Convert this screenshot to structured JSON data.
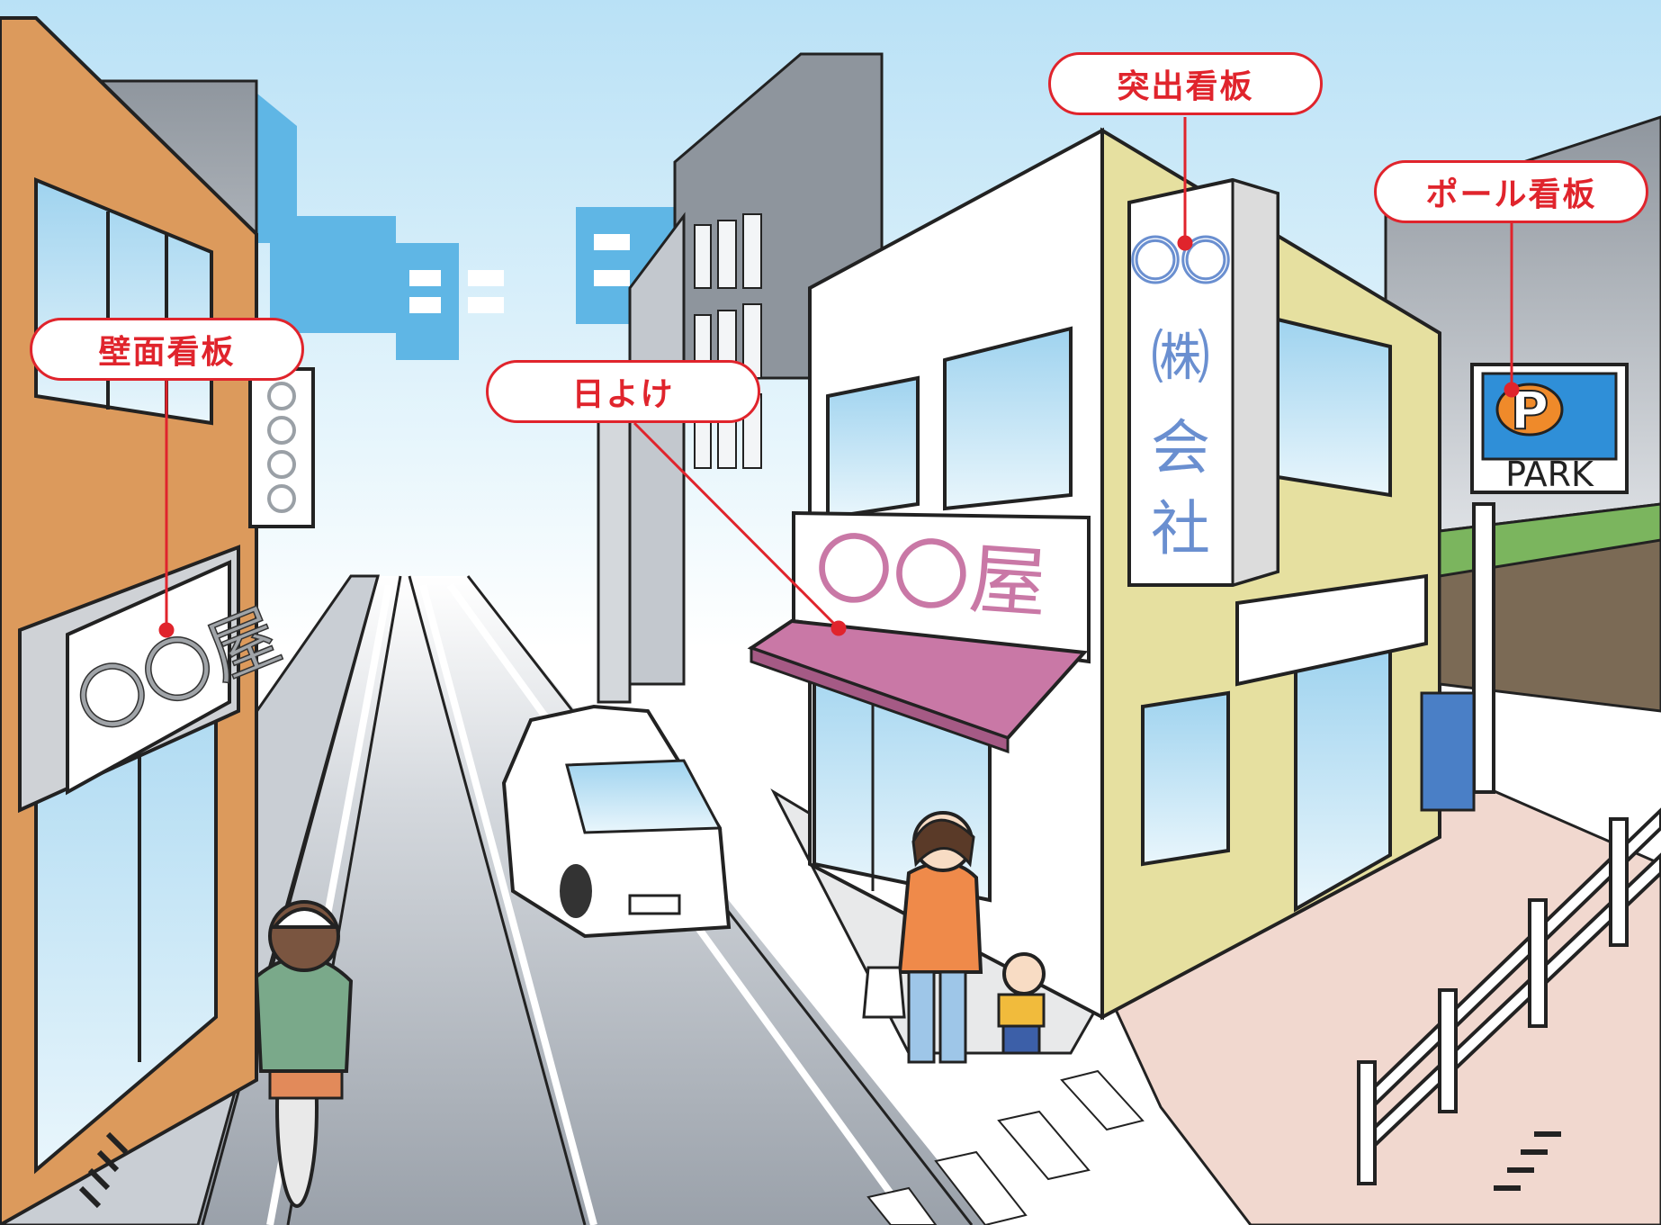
{
  "callouts": {
    "wall_sign": "壁面看板",
    "awning": "日よけ",
    "projecting_sign": "突出看板",
    "pole_sign": "ポール看板"
  },
  "signs": {
    "left_wall_sign": "〇〇屋",
    "left_vertical_sign": "〇〇〇〇",
    "shop_sign": "〇〇屋",
    "projecting_sign_lines": [
      "〇〇",
      "㈱",
      "会",
      "社"
    ],
    "parking_letter": "P",
    "parking_text": "PARK"
  },
  "colors": {
    "callout_red": "#e0242c",
    "sky": "#bfe3f5",
    "left_building": "#dc9a5c",
    "yellow_building": "#e6e0a0",
    "awning": "#c978a6",
    "shop_sign_text": "#c978a6",
    "projecting_sign_text": "#6a8fd0",
    "parking_blue": "#2f8fd8",
    "parking_orange": "#ef8a2a",
    "road": "#b8bec6",
    "sidewalk_pink": "#f1d8cf"
  }
}
